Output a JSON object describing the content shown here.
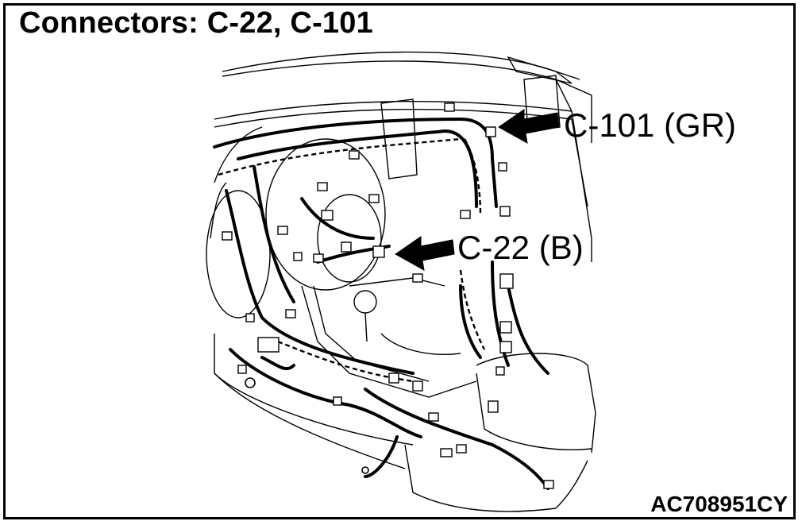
{
  "title": "Connectors: C-22, C-101",
  "callouts": [
    {
      "id": "c101",
      "label": "C-101 (GR)"
    },
    {
      "id": "c22",
      "label": "C-22 (B)"
    }
  ],
  "figure_code": "AC708951CY"
}
